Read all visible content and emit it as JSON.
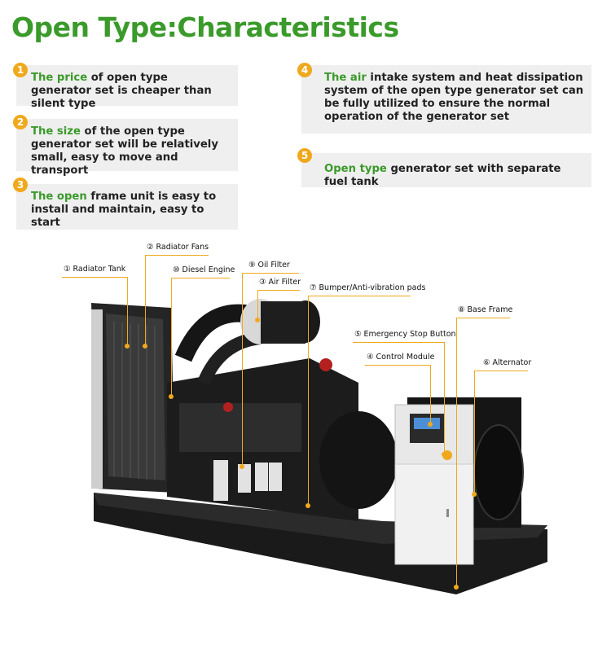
{
  "title": "Open Type:Characteristics",
  "features": [
    {
      "num": "1",
      "highlight": "The price",
      "text": " of open type generator set is cheaper than silent type"
    },
    {
      "num": "2",
      "highlight": "The size",
      "text": " of the open type generator set will be relatively small, easy to move and transport"
    },
    {
      "num": "3",
      "highlight": "The open",
      "text": " frame unit is easy to install and maintain, easy to start"
    },
    {
      "num": "4",
      "highlight": "The air",
      "text": " intake system and heat dissipation system of the open type generator set can be fully utilized to ensure the normal operation of the generator set"
    },
    {
      "num": "5",
      "highlight": "Open type",
      "text": " generator set with separate fuel tank"
    }
  ],
  "callouts": {
    "radiator_tank": "① Radiator Tank",
    "radiator_fans": "② Radiator Fans",
    "diesel_engine": "⑩ Diesel Engine",
    "oil_filter": "⑨ Oil Filter",
    "air_filter": "③ Air Filter",
    "bumper": "⑦ Bumper/Anti-vibration pads",
    "base_frame": "⑧ Base Frame",
    "emergency_stop": "⑤ Emergency Stop Button",
    "control_module": "④ Control Module",
    "alternator": "⑥ Alternator"
  },
  "colors": {
    "accent": "#3a9a2a",
    "badge": "#f0a91d",
    "panel": "#efefef"
  }
}
